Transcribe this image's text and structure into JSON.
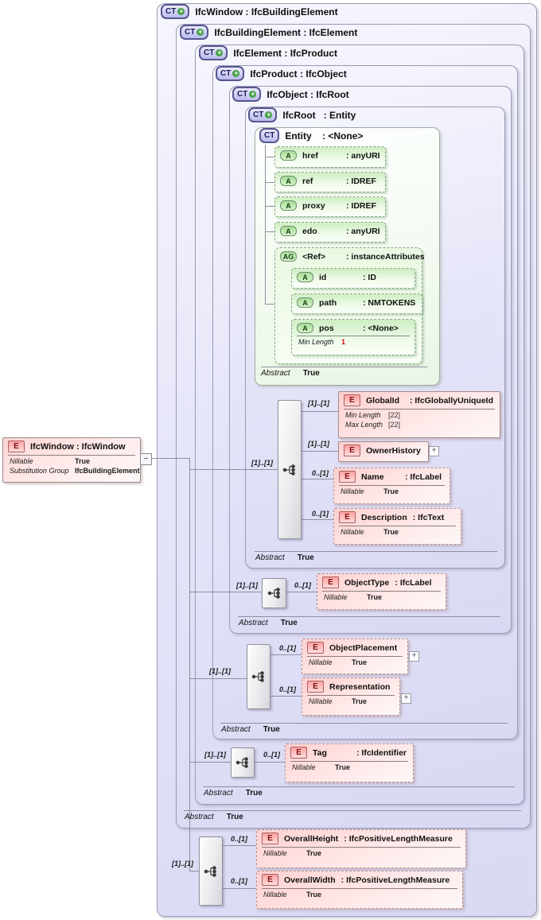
{
  "badges": {
    "ct": "CT",
    "e": "E",
    "a": "A",
    "ag": "AG",
    "plus": "+",
    "minus": "−"
  },
  "colors": {
    "lavender": "#dcdcf6",
    "green": "#cdeec2",
    "pink": "#ffd2d2",
    "line": "#8f8f9f",
    "red_value": "#cc1111"
  },
  "occurs": {
    "required": "[1]..[1]",
    "optional": "0..[1]"
  },
  "abstract": {
    "label": "Abstract",
    "value": "True"
  },
  "nillable": {
    "label": "Nillable",
    "value": "True"
  },
  "ct_titles": [
    "IfcWindow : IfcBuildingElement",
    "IfcBuildingElement : IfcElement",
    "IfcElement : IfcProduct",
    "IfcProduct : IfcObject",
    "IfcObject : IfcRoot",
    "IfcRoot   : Entity",
    "Entity    : <None>"
  ],
  "substitution_element": {
    "title": "IfcWindow : IfcWindow",
    "facets": [
      {
        "label": "Nillable",
        "value": "True"
      },
      {
        "label": "Substitution Group",
        "value": "IfcBuildingElement"
      }
    ]
  },
  "attributes": {
    "href": {
      "label": "href",
      "type_label": ": anyURI"
    },
    "ref": {
      "label": "ref",
      "type_label": ": IDREF"
    },
    "proxy": {
      "label": "proxy",
      "type_label": ": IDREF"
    },
    "edo": {
      "label": "edo",
      "type_label": ": anyURI"
    },
    "group": {
      "label": "<Ref>",
      "type_label": ": instanceAttributes"
    },
    "id": {
      "label": "id",
      "type_label": ": ID"
    },
    "path": {
      "label": "path",
      "type_label": ": NMTOKENS"
    },
    "pos": {
      "label": "pos",
      "type_label": ": <None>",
      "facet": {
        "label": "Min Length",
        "value": "1"
      }
    }
  },
  "elements": {
    "global_id": {
      "label": "GlobalId",
      "type_label": ": IfcGloballyUniqueId",
      "facets": [
        {
          "label": "Min Length",
          "value": "[22]"
        },
        {
          "label": "Max Length",
          "value": "[22]"
        }
      ]
    },
    "owner_history": {
      "label": "OwnerHistory"
    },
    "name": {
      "label": "Name",
      "type_label": ": IfcLabel"
    },
    "description": {
      "label": "Description",
      "type_label": ": IfcText"
    },
    "object_type": {
      "label": "ObjectType",
      "type_label": ": IfcLabel"
    },
    "object_placement": {
      "label": "ObjectPlacement"
    },
    "representation": {
      "label": "Representation"
    },
    "tag": {
      "label": "Tag",
      "type_label": ": IfcIdentifier"
    },
    "overall_height": {
      "label": "OverallHeight",
      "type_label": ": IfcPositiveLengthMeasure"
    },
    "overall_width": {
      "label": "OverallWidth",
      "type_label": ": IfcPositiveLengthMeasure"
    }
  }
}
